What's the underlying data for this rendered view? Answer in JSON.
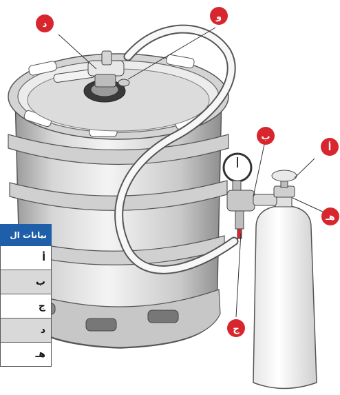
{
  "callouts": {
    "a": "أ",
    "b": "ب",
    "j": "ج",
    "d": "د",
    "h": "هـ",
    "w": "و"
  },
  "table": {
    "header": "بيانات ال",
    "rows": [
      "أ",
      "ب",
      "ج",
      "د",
      "هـ"
    ]
  },
  "colors": {
    "callout": "#d8262e",
    "table_header": "#1f5ea8",
    "row_alt": "#d9d9d9"
  }
}
